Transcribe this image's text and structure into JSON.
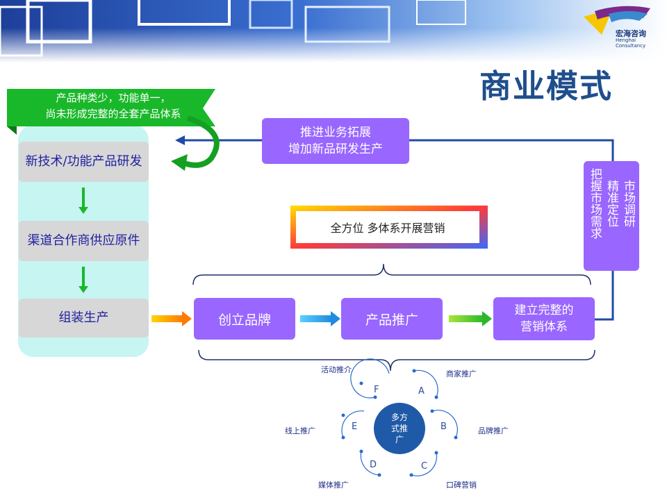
{
  "header": {
    "title": "商业模式",
    "logo_cn": "宏海咨询",
    "logo_en": "Henghai Consultancy"
  },
  "banner": {
    "line1": "产品种类少，功能单一，",
    "line2": "尚未形成完整的全套产品体系"
  },
  "left_flow": {
    "step1": "新技术/功能产品研发",
    "step2": "渠道合作商供应原件",
    "step3": "组装生产"
  },
  "feedback": {
    "line1": "推进业务拓展",
    "line2": "增加新品研发生产"
  },
  "market_box": {
    "col1": "市场调研",
    "col2": "精准定位",
    "col3": "把握市场需求"
  },
  "marketing": {
    "label": "全方位  多体系开展营销"
  },
  "main_flow": {
    "brand": "创立品牌",
    "promotion": "产品推广",
    "system_line1": "建立完整的",
    "system_line2": "营销体系"
  },
  "methods": {
    "center_line1": "多方",
    "center_line2": "式推",
    "center_line3": "广",
    "items": [
      {
        "letter": "A",
        "label": "商家推广"
      },
      {
        "letter": "B",
        "label": "品牌推广"
      },
      {
        "letter": "C",
        "label": "口碑营销"
      },
      {
        "letter": "D",
        "label": "媒体推广"
      },
      {
        "letter": "E",
        "label": "线上推广"
      },
      {
        "letter": "F",
        "label": "活动推介"
      }
    ]
  },
  "colors": {
    "title": "#1f4e8c",
    "purple": "#9966ff",
    "green_banner": "#19b82a",
    "left_panel": "#c6f5f2",
    "line_blue": "#1f4aa8",
    "center_circle": "#1f5aa8"
  }
}
